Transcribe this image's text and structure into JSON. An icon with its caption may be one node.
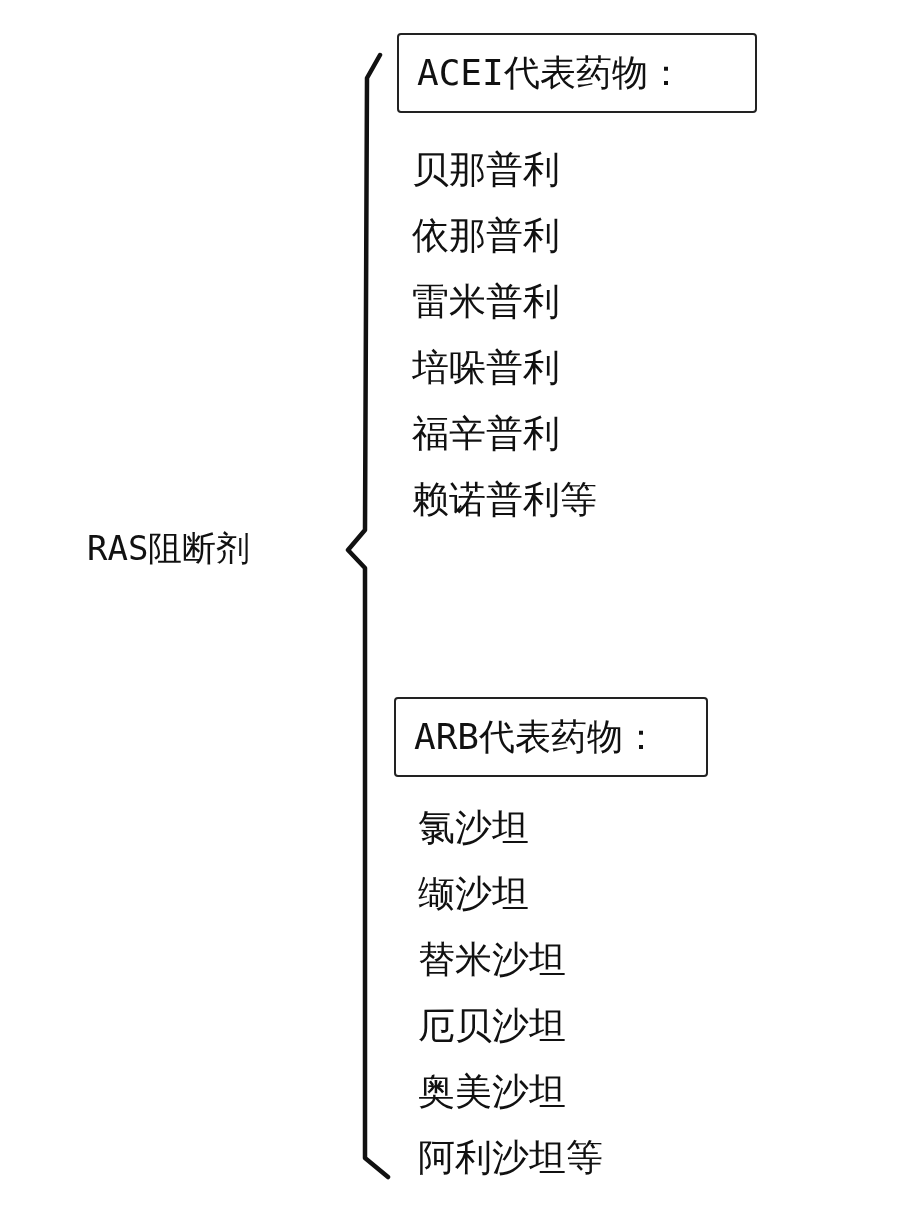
{
  "diagram": {
    "nodes": [
      {
        "text": [
          "ACEI代表药物："
        ]
      },
      {
        "text": [
          "ARB代表药物："
        ]
      }
    ],
    "labels": [
      "RAS阻断剂",
      "贝那普利",
      "依那普利",
      "雷米普利",
      "培哚普利",
      "福辛普利",
      "赖诺普利等",
      "氯沙坦",
      "缬沙坦",
      "替米沙坦",
      "厄贝沙坦",
      "奥美沙坦",
      "阿利沙坦等"
    ]
  }
}
